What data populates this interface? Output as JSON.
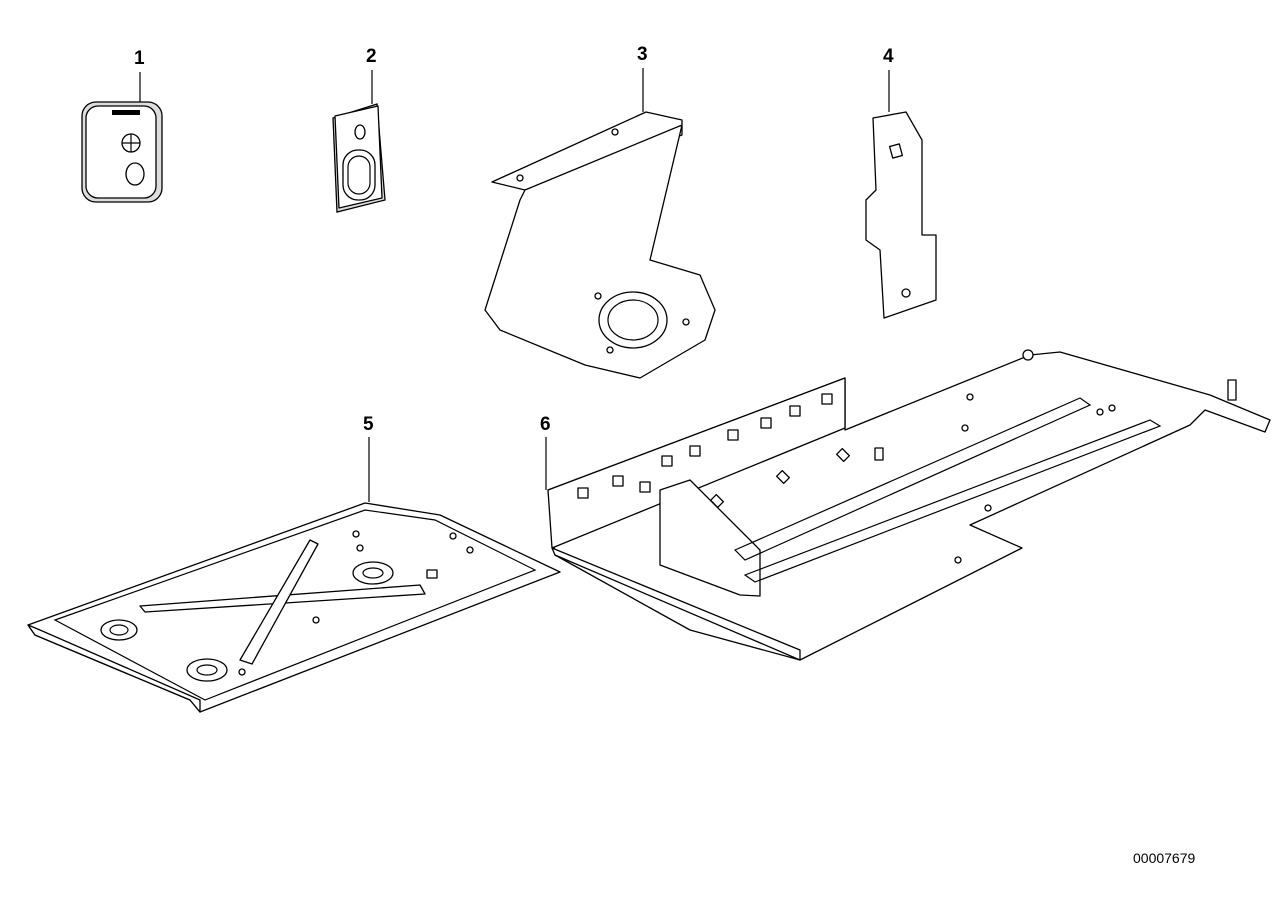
{
  "diagram_id": "00007679",
  "callouts": [
    {
      "number": "1"
    },
    {
      "number": "2"
    },
    {
      "number": "3"
    },
    {
      "number": "4"
    },
    {
      "number": "5"
    },
    {
      "number": "6"
    }
  ]
}
